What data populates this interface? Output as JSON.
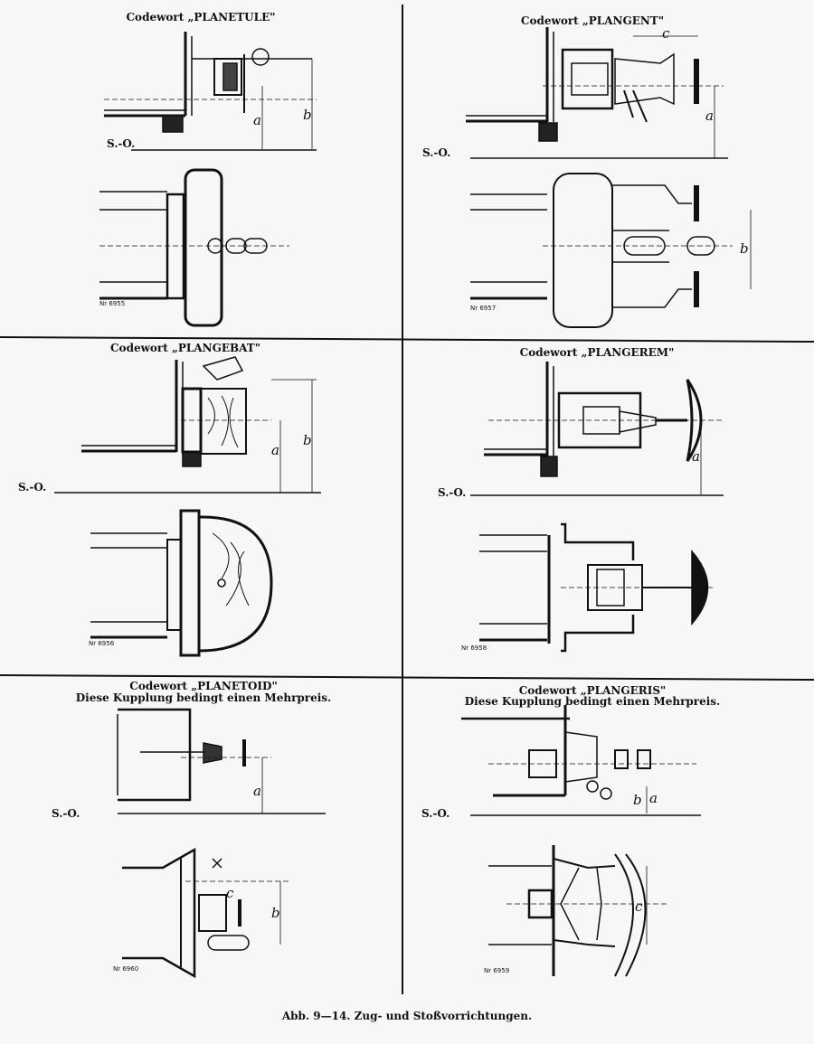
{
  "panels": [
    {
      "title": "Codewort „PLANETULE\"",
      "so": "S.-O.",
      "nr": "Nr 6955",
      "dims": [
        "a",
        "b"
      ]
    },
    {
      "title": "Codewort „PLANGENT\"",
      "so": "S.-O.",
      "nr": "Nr 6957",
      "dims": [
        "a",
        "b",
        "c"
      ]
    },
    {
      "title": "Codewort „PLANGEBAT\"",
      "so": "S.-O.",
      "nr": "Nr 6956",
      "dims": [
        "a",
        "b"
      ]
    },
    {
      "title": "Codewort „PLANGEREM\"",
      "so": "S.-O.",
      "nr": "Nr 6958",
      "dims": [
        "a"
      ]
    },
    {
      "title": "Codewort „PLANETOID\"",
      "note": "Diese Kupplung bedingt einen Mehrpreis.",
      "so": "S.-O.",
      "nr": "Nr 6960",
      "dims": [
        "a",
        "b",
        "c"
      ]
    },
    {
      "title": "Codewort „PLANGERIS\"",
      "note": "Diese Kupplung bedingt einen Mehrpreis.",
      "so": "S.-O.",
      "nr": "Nr 6959",
      "dims": [
        "a",
        "b",
        "c"
      ]
    }
  ],
  "caption": "Abb. 9—14.  Zug- und Stoßvorrichtungen."
}
